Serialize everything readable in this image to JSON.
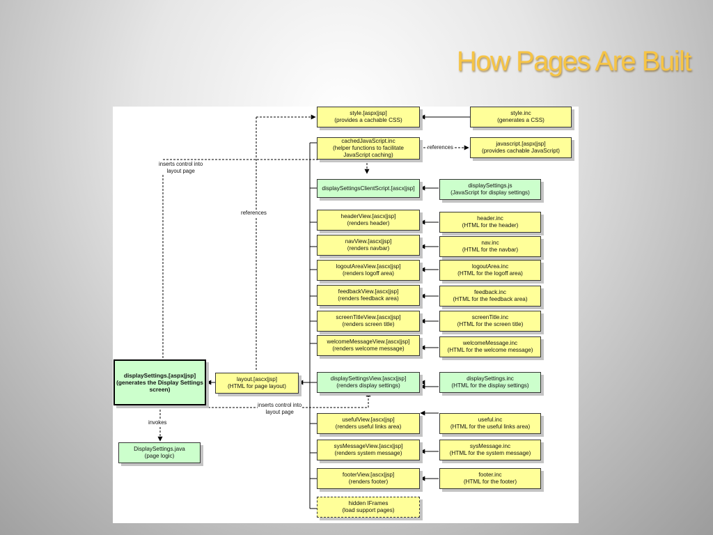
{
  "title": "How Pages Are Built",
  "diagram": {
    "main": [
      "displaySettings.[aspx|jsp]",
      "(generates the Display Settings",
      "screen)"
    ],
    "layout": [
      "layout.[ascx|jsp]",
      "(HTML for page layout)"
    ],
    "logic": [
      "DisplaySettings.java",
      "(page logic)"
    ],
    "left": [
      {
        "key": "style",
        "lines": [
          "style.[aspx|jsp]",
          "(provides a cachable CSS)"
        ]
      },
      {
        "key": "cachedjs",
        "lines": [
          "cachedJavaScript.inc",
          "(helper functions to facilitate",
          "JavaScript caching)"
        ]
      },
      {
        "key": "clientscript",
        "lines": [
          "displaySettingsClientScript.[ascx|jsp]"
        ]
      },
      {
        "key": "headerview",
        "lines": [
          "headerView.[ascx|jsp]",
          "(renders header)"
        ]
      },
      {
        "key": "navview",
        "lines": [
          "navView.[ascx|jsp]",
          "(renders navbar)"
        ]
      },
      {
        "key": "logoutview",
        "lines": [
          "logoutAreaView.[ascx|jsp]",
          "(renders logoff area)"
        ]
      },
      {
        "key": "feedbackview",
        "lines": [
          "feedbackView.[ascx|jsp]",
          "(renders feedback area)"
        ]
      },
      {
        "key": "screentitleview",
        "lines": [
          "screenTitleView.[ascx|jsp]",
          "(renders screen title)"
        ]
      },
      {
        "key": "welcomeview",
        "lines": [
          "welcomeMessageView.[ascx|jsp]",
          "(renders welcome message)"
        ]
      },
      {
        "key": "settingsview",
        "lines": [
          "displaySettingsView.[ascx|jsp]",
          "(renders display settings)"
        ]
      },
      {
        "key": "usefulview",
        "lines": [
          "usefulView.[ascx|jsp]",
          "(renders useful links area)"
        ]
      },
      {
        "key": "sysmsgview",
        "lines": [
          "sysMessageView.[ascx|jsp]",
          "(renders system message)"
        ]
      },
      {
        "key": "footerview",
        "lines": [
          "footerView.[ascx|jsp]",
          "(renders footer)"
        ]
      },
      {
        "key": "iframes",
        "lines": [
          "hidden IFrames",
          "(load support pages)"
        ]
      }
    ],
    "right": [
      {
        "key": "styleinc",
        "lines": [
          "style.inc",
          "(generates a CSS)"
        ]
      },
      {
        "key": "jsaspx",
        "lines": [
          "javascript.[aspx|jsp]",
          "(provides cachable JavaScript)"
        ]
      },
      {
        "key": "settingsjs",
        "lines": [
          "displaySettings.js",
          "(JavaScript for display settings)"
        ]
      },
      {
        "key": "headerinc",
        "lines": [
          "header.inc",
          "(HTML for the header)"
        ]
      },
      {
        "key": "navinc",
        "lines": [
          "nav.inc",
          "(HTML for the navbar)"
        ]
      },
      {
        "key": "logoutinc",
        "lines": [
          "logoutArea.inc",
          "(HTML for the logoff area)"
        ]
      },
      {
        "key": "feedbackinc",
        "lines": [
          "feedback.inc",
          "(HTML for the feedback area)"
        ]
      },
      {
        "key": "screentitleinc",
        "lines": [
          "screenTitle.inc",
          "(HTML for the screen title)"
        ]
      },
      {
        "key": "welcomeinc",
        "lines": [
          "welcomeMessage.inc",
          "(HTML for the welcome message)"
        ]
      },
      {
        "key": "settingsinc",
        "lines": [
          "displaySettings.inc",
          "(HTML for the display settings)"
        ]
      },
      {
        "key": "usefulinc",
        "lines": [
          "useful.inc",
          "(HTML for the useful links area)"
        ]
      },
      {
        "key": "sysmsginc",
        "lines": [
          "sysMessage.inc",
          "(HTML for the system message)"
        ]
      },
      {
        "key": "footerinc",
        "lines": [
          "footer.inc",
          "(HTML for the footer)"
        ]
      }
    ],
    "labels": {
      "references_top": "references",
      "references_mid": "references",
      "inserts_top": [
        "inserts control into",
        "layout page"
      ],
      "inserts_bottom": [
        "inserts control into",
        "layout page"
      ],
      "invokes": "invokes"
    }
  }
}
